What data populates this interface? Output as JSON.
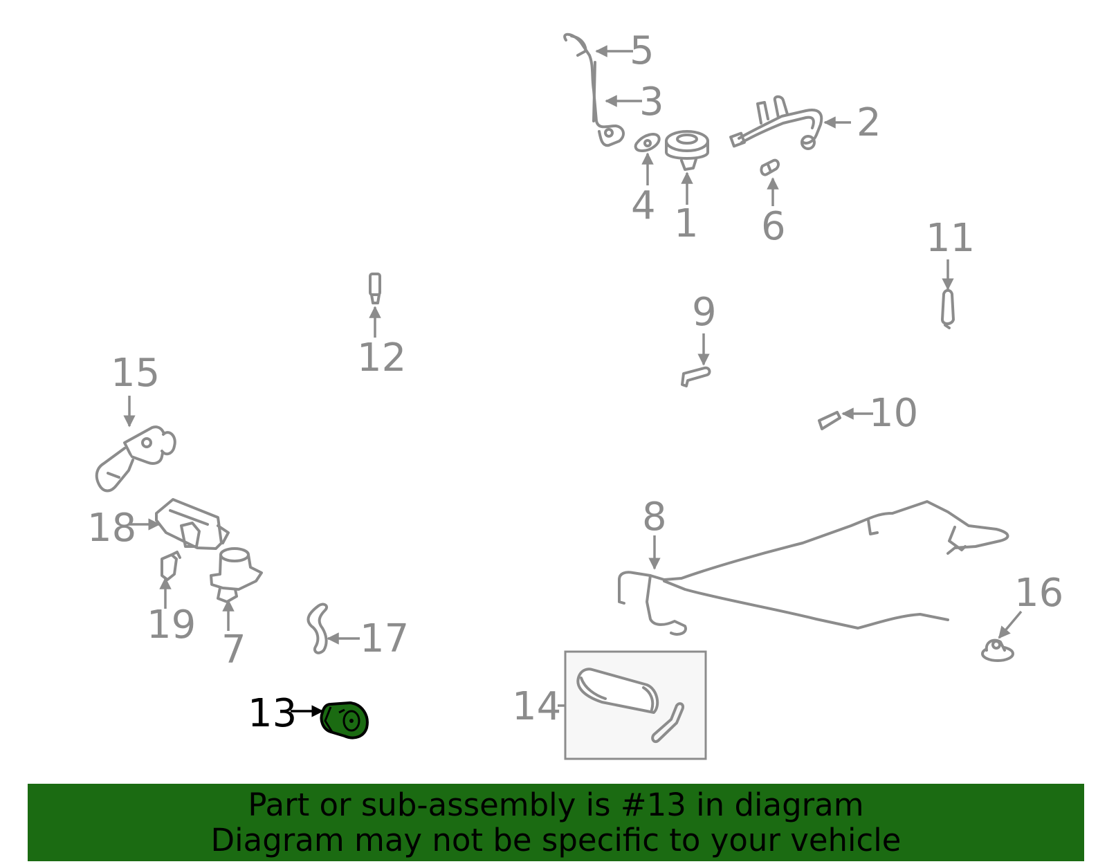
{
  "highlight_color": "#1b6b12",
  "part_color": "#8c8c8c",
  "callouts": {
    "c1": "1",
    "c2": "2",
    "c3": "3",
    "c4": "4",
    "c5": "5",
    "c6": "6",
    "c7": "7",
    "c8": "8",
    "c9": "9",
    "c10": "10",
    "c11": "11",
    "c12": "12",
    "c13": "13",
    "c14": "14",
    "c15": "15",
    "c16": "16",
    "c17": "17",
    "c18": "18",
    "c19": "19"
  },
  "banner": {
    "line1": "Part or sub-assembly is #13 in diagram",
    "line2": "Diagram may not be specific to your vehicle"
  }
}
